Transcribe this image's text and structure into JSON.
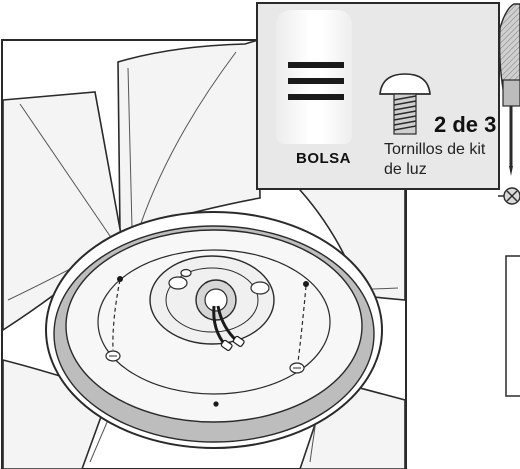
{
  "callout": {
    "bag_label": "BOLSA",
    "quantity": "2 de 3",
    "description": "Tornillos de kit de luz"
  },
  "icons": [
    "fan-blade-assembly",
    "screw-icon",
    "screwdriver-icon",
    "parts-bag-icon",
    "wire-connector-icon"
  ],
  "colors": {
    "callout_background": "#e8e8e8",
    "fan_fill": "#f3f3f3",
    "outline": "#2a2a2a",
    "shading": "#9a9a9a"
  }
}
